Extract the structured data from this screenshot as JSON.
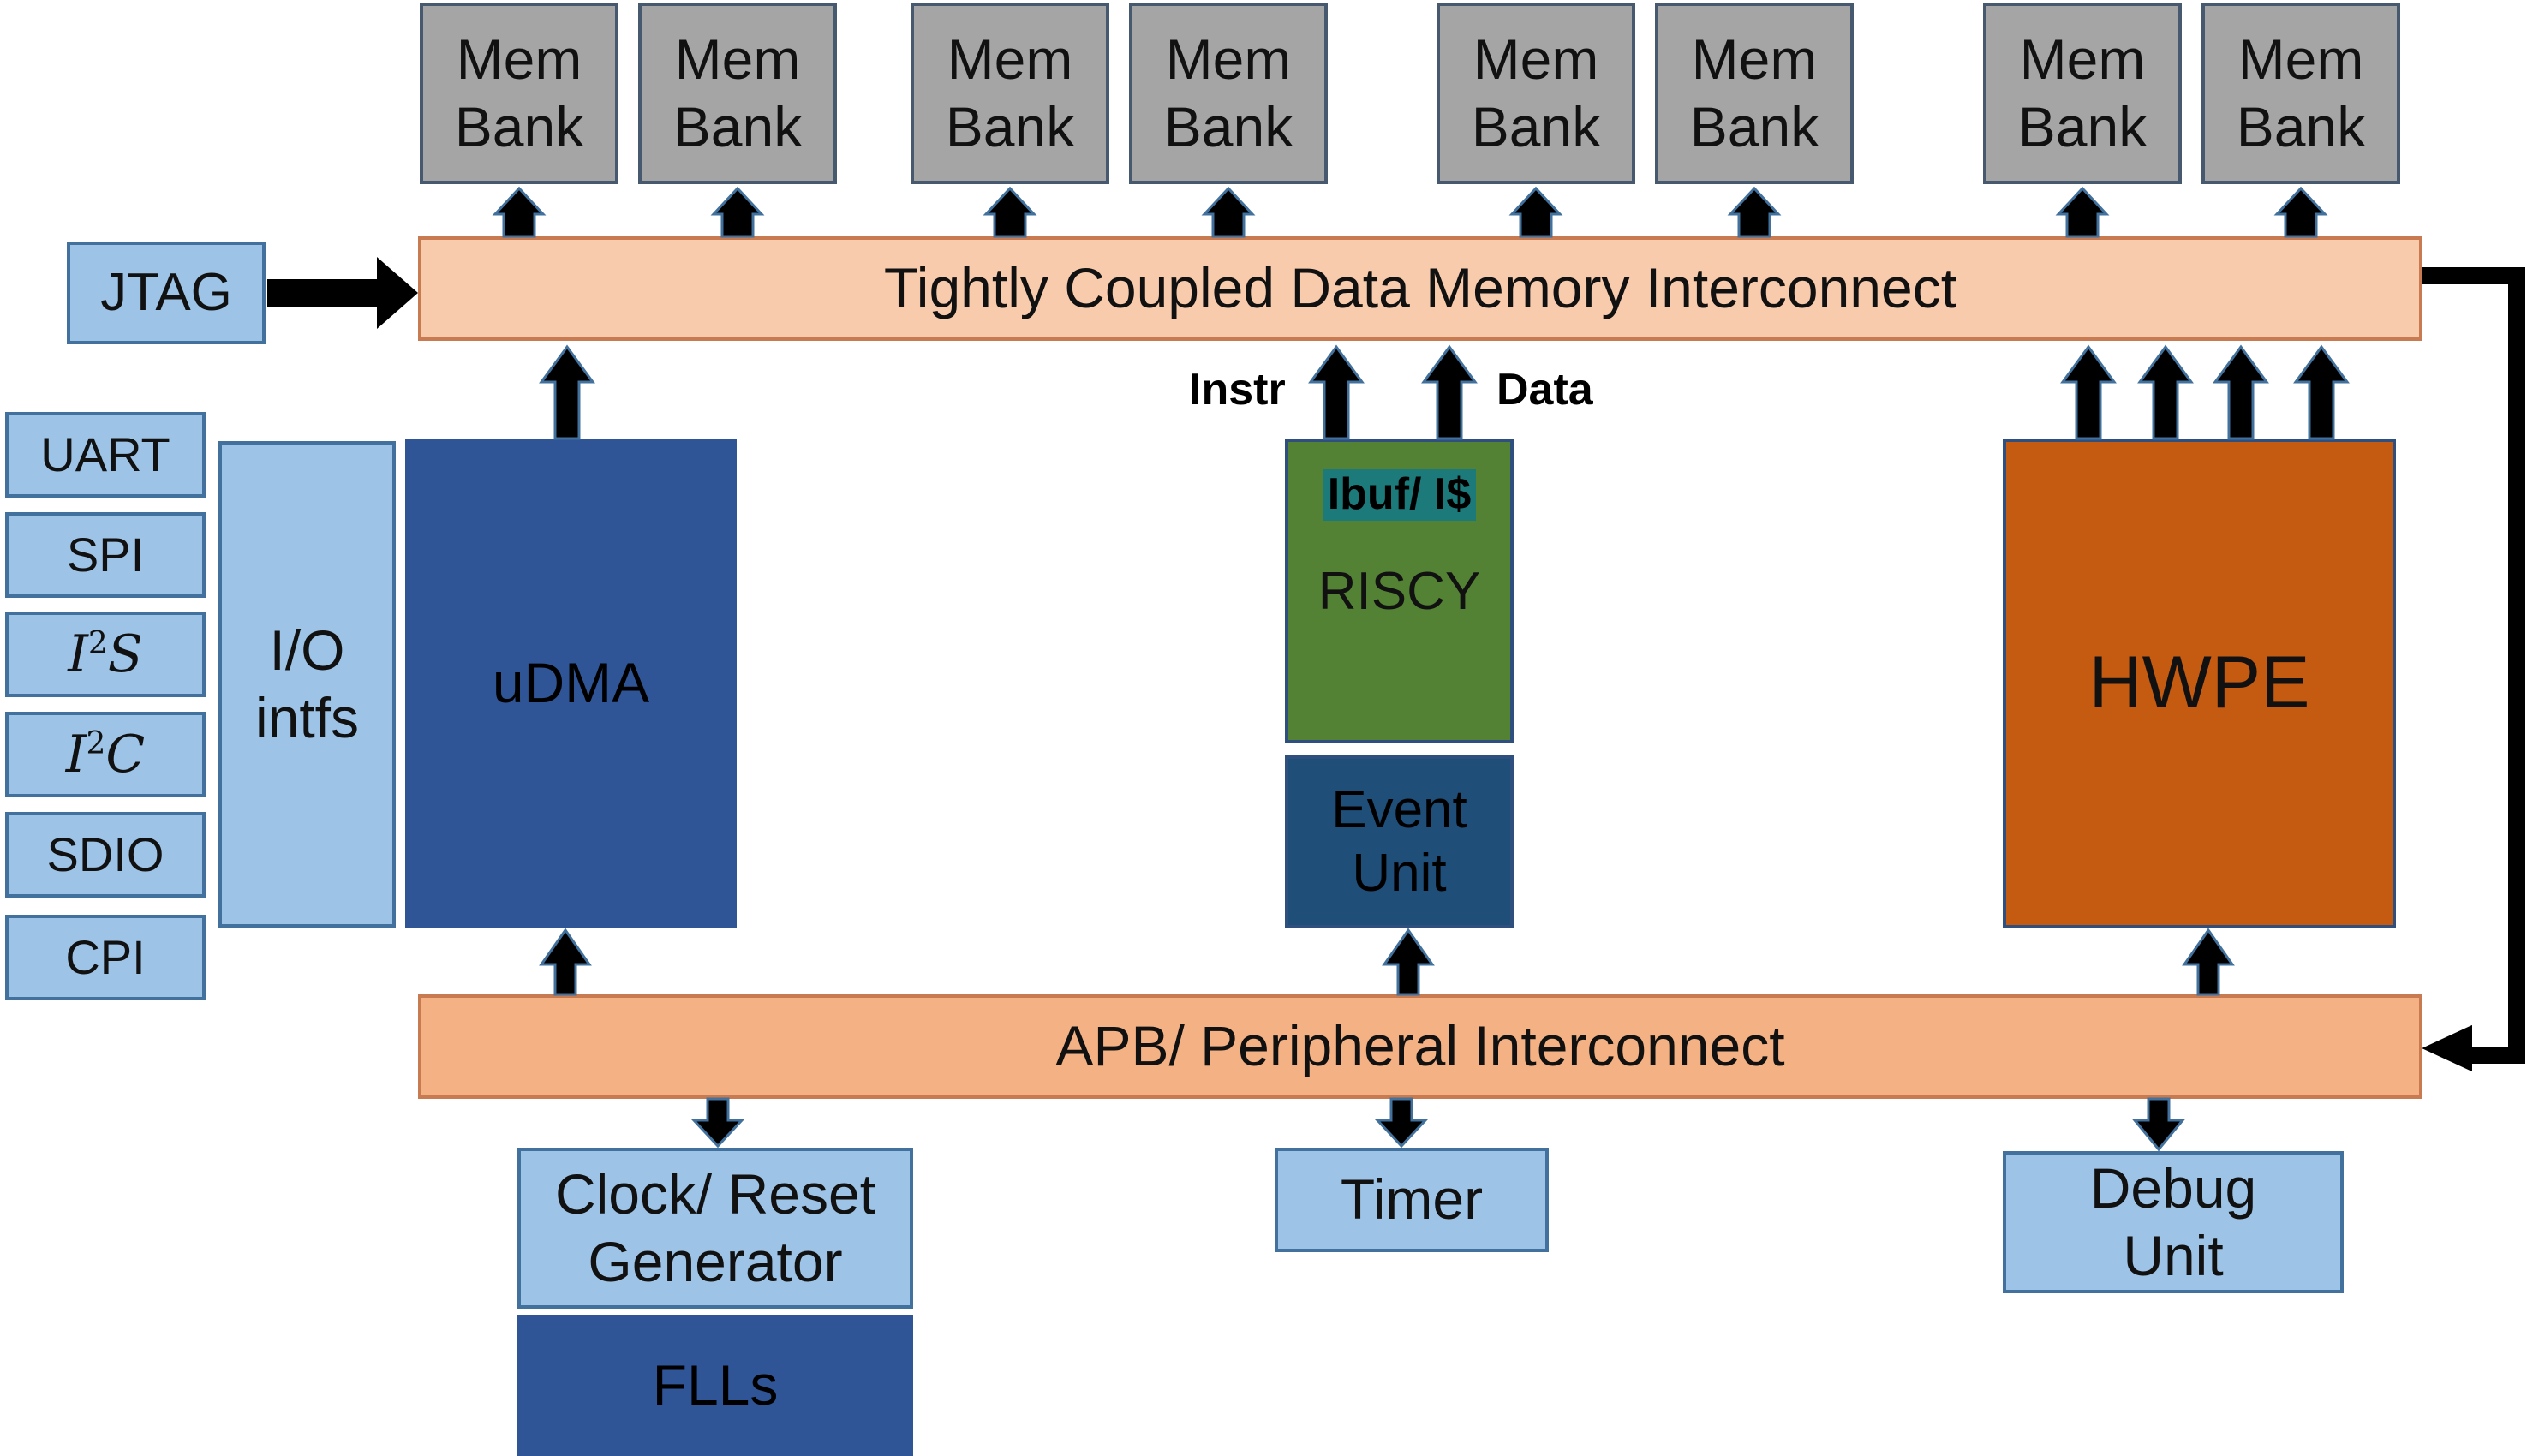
{
  "mem_banks": [
    "Mem\nBank",
    "Mem\nBank",
    "Mem\nBank",
    "Mem\nBank",
    "Mem\nBank",
    "Mem\nBank",
    "Mem\nBank",
    "Mem\nBank"
  ],
  "mem_bank_label": {
    "line1": "Mem",
    "line2": "Bank"
  },
  "tcdm": "Tightly Coupled Data Memory Interconnect",
  "jtag": "JTAG",
  "peripherals": {
    "uart": "UART",
    "spi": "SPI",
    "i2s": {
      "base": "I",
      "sup": "2",
      "letter": "S"
    },
    "i2c": {
      "base": "I",
      "sup": "2",
      "letter": "C"
    },
    "sdio": "SDIO",
    "cpi": "CPI"
  },
  "io_intfs": {
    "line1": "I/O",
    "line2": "intfs"
  },
  "udma": "uDMA",
  "instr_label": "Instr",
  "data_label": "Data",
  "ibuf": "Ibuf/ I$",
  "riscy": "RISCY",
  "event_unit": {
    "line1": "Event",
    "line2": "Unit"
  },
  "hwpe": "HWPE",
  "apb": "APB/ Peripheral Interconnect",
  "clock_reset": {
    "line1": "Clock/ Reset",
    "line2": "Generator"
  },
  "flls": "FLLs",
  "timer": "Timer",
  "debug_unit": {
    "line1": "Debug",
    "line2": "Unit"
  },
  "colors": {
    "mem_bank": "#a6a5a5",
    "tcdm_bus": "#f8cbad",
    "apb_bus": "#f4b183",
    "light_blue": "#9dc3e6",
    "dark_blue": "#2f5597",
    "event_unit": "#1f4e79",
    "riscy": "#548235",
    "ibuf": "#1d7a7a",
    "hwpe": "#c55a11"
  }
}
